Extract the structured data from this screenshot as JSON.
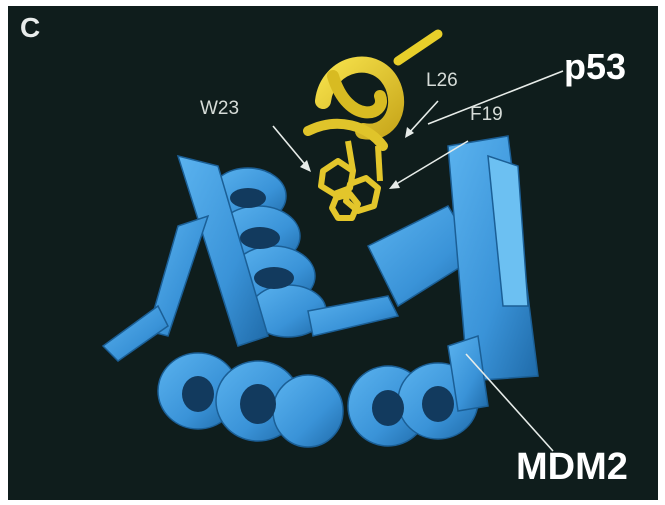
{
  "figure": {
    "panel_letter": "C",
    "residue_labels": {
      "w23": "W23",
      "l26": "L26",
      "f19": "F19"
    },
    "protein_labels": {
      "p53": "p53",
      "mdm2": "MDM2"
    },
    "colors": {
      "background": "#0f1d1c",
      "p53_helix": "#e8cf2a",
      "mdm2_ribbon": "#3e9be0",
      "label_text": "#ffffff"
    }
  }
}
